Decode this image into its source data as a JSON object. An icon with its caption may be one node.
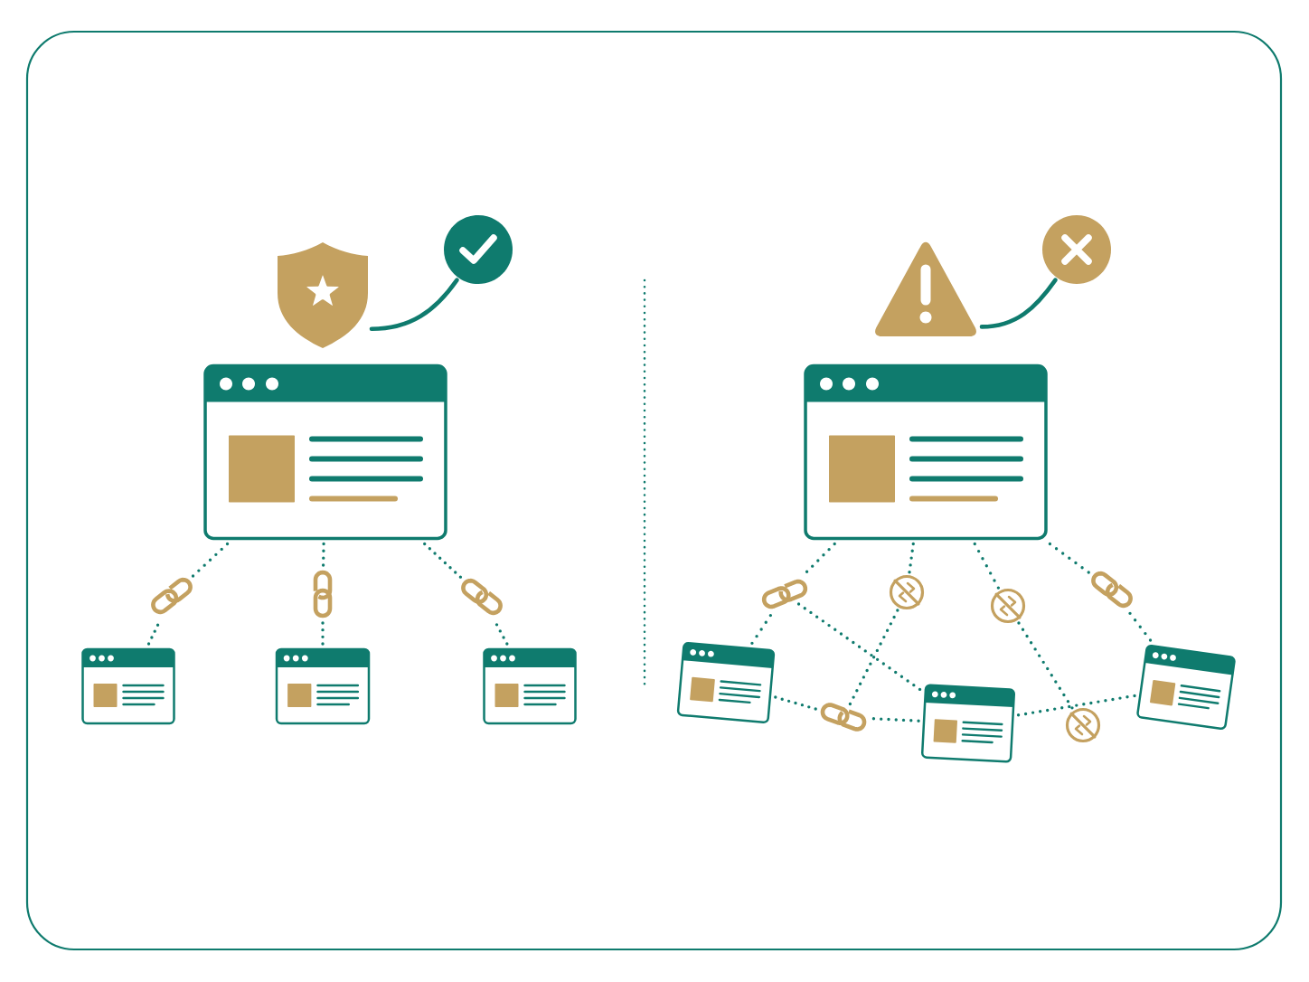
{
  "diagram": {
    "nodes": [
      {
        "text": [],
        "shape": "shield"
      },
      {
        "text": [],
        "shape": "tick"
      },
      {
        "text": [],
        "shape": "window"
      },
      {
        "text": [],
        "shape": "chain"
      },
      {
        "text": [],
        "shape": "chain"
      },
      {
        "text": [],
        "shape": "chain"
      },
      {
        "text": [],
        "shape": "window"
      },
      {
        "text": [],
        "shape": "window"
      },
      {
        "text": [],
        "shape": "window"
      },
      {
        "text": [],
        "shape": "triangle"
      },
      {
        "text": [],
        "shape": "cross"
      },
      {
        "text": [],
        "shape": "window"
      },
      {
        "text": [],
        "shape": "chain"
      },
      {
        "text": [],
        "shape": "crossed-chain"
      },
      {
        "text": [],
        "shape": "crossed-chain"
      },
      {
        "text": [],
        "shape": "chain"
      },
      {
        "text": [],
        "shape": "window"
      },
      {
        "text": [],
        "shape": "window"
      },
      {
        "text": [],
        "shape": "window"
      },
      {
        "text": [],
        "shape": "chain"
      },
      {
        "text": [],
        "shape": "crossed-chain"
      }
    ],
    "edges": [
      {
        "from": 0,
        "to": 1,
        "arrow": "none"
      },
      {
        "from": 2,
        "to": 3,
        "arrow": "none",
        "style": "dashed"
      },
      {
        "from": 3,
        "to": 6,
        "arrow": "none",
        "style": "dashed"
      },
      {
        "from": 2,
        "to": 4,
        "arrow": "none",
        "style": "dashed"
      },
      {
        "from": 4,
        "to": 7,
        "arrow": "none",
        "style": "dashed"
      },
      {
        "from": 2,
        "to": 5,
        "arrow": "none",
        "style": "dashed"
      },
      {
        "from": 5,
        "to": 8,
        "arrow": "none",
        "style": "dashed"
      },
      {
        "from": 9,
        "to": 10,
        "arrow": "none"
      },
      {
        "from": 11,
        "to": 12,
        "arrow": "none",
        "style": "dashed"
      },
      {
        "from": 12,
        "to": 16,
        "arrow": "none",
        "style": "dashed"
      },
      {
        "from": 12,
        "to": 17,
        "arrow": "none",
        "style": "dashed"
      },
      {
        "from": 11,
        "to": 13,
        "arrow": "none",
        "style": "dashed"
      },
      {
        "from": 13,
        "to": 19,
        "arrow": "none",
        "style": "dashed"
      },
      {
        "from": 11,
        "to": 14,
        "arrow": "none",
        "style": "dashed"
      },
      {
        "from": 14,
        "to": 20,
        "arrow": "none",
        "style": "dashed"
      },
      {
        "from": 11,
        "to": 15,
        "arrow": "none",
        "style": "dashed"
      },
      {
        "from": 15,
        "to": 18,
        "arrow": "none",
        "style": "dashed"
      },
      {
        "from": 16,
        "to": 19,
        "arrow": "none",
        "style": "dashed"
      },
      {
        "from": 19,
        "to": 17,
        "arrow": "none",
        "style": "dashed"
      },
      {
        "from": 17,
        "to": 18,
        "arrow": "none",
        "style": "dashed"
      }
    ]
  }
}
